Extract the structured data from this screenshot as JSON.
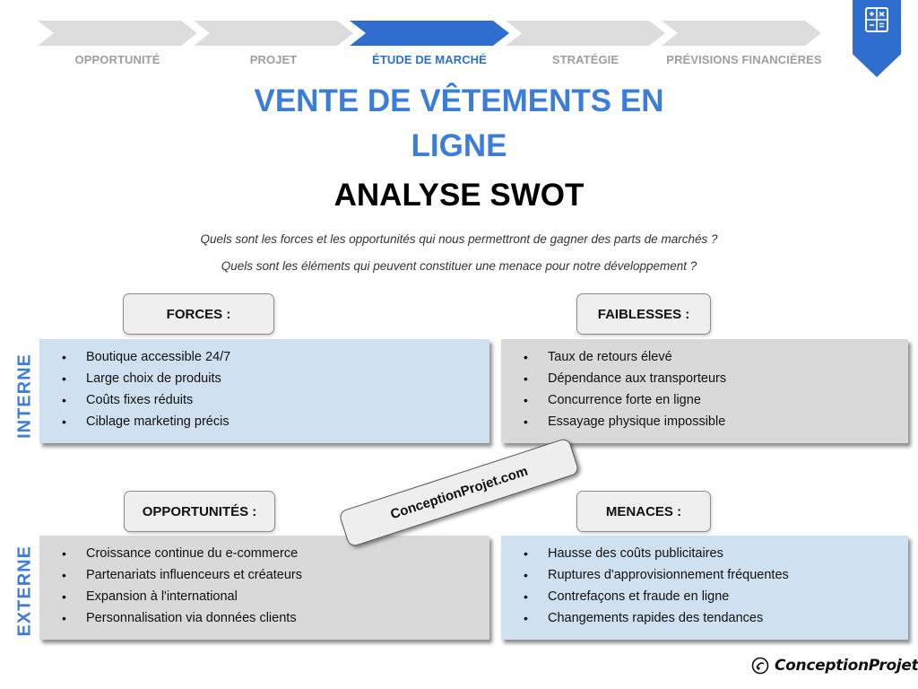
{
  "steps": [
    {
      "label": "OPPORTUNITÉ",
      "active": false
    },
    {
      "label": "PROJET",
      "active": false
    },
    {
      "label": "ÉTUDE DE MARCHÉ",
      "active": true
    },
    {
      "label": "STRATÉGIE",
      "active": false
    },
    {
      "label": "PRÉVISIONS FINANCIÈRES",
      "active": false
    }
  ],
  "flag_icon": "calculator-icon",
  "title": {
    "line1": "VENTE DE VÊTEMENTS EN",
    "line2": "LIGNE",
    "line3": "ANALYSE SWOT"
  },
  "questions": [
    "Quels sont les forces et les opportunités qui nous permettront de gagner des parts de marchés ?",
    "Quels sont les éléments qui peuvent constituer une menace pour notre développement ?"
  ],
  "side_labels": {
    "internal": "INTERNE",
    "external": "EXTERNE"
  },
  "swot": {
    "forces": {
      "heading": "FORCES :",
      "items": [
        "Boutique accessible 24/7",
        "Large choix de produits",
        "Coûts fixes réduits",
        "Ciblage marketing précis"
      ]
    },
    "faiblesses": {
      "heading": "FAIBLESSES :",
      "items": [
        "Taux de retours élevé",
        "Dépendance aux transporteurs",
        "Concurrence forte en ligne",
        "Essayage physique impossible"
      ]
    },
    "opportunites": {
      "heading": "OPPORTUNITÉS :",
      "items": [
        "Croissance continue du e-commerce",
        "Partenariats influenceurs et créateurs",
        "Expansion à l'international",
        "Personnalisation via données clients"
      ]
    },
    "menaces": {
      "heading": "MENACES :",
      "items": [
        "Hausse des coûts publicitaires",
        "Ruptures d'approvisionnement fréquentes",
        "Contrefaçons et fraude en ligne",
        "Changements rapides des tendances"
      ]
    }
  },
  "watermark": "ConceptionProjet.com",
  "logo_text": "ConceptionProjet",
  "colors": {
    "accent": "#2f6ecf",
    "title_blue": "#3c7dd9",
    "box_blue": "#cfe0f1",
    "box_grey": "#d9d9d9"
  }
}
